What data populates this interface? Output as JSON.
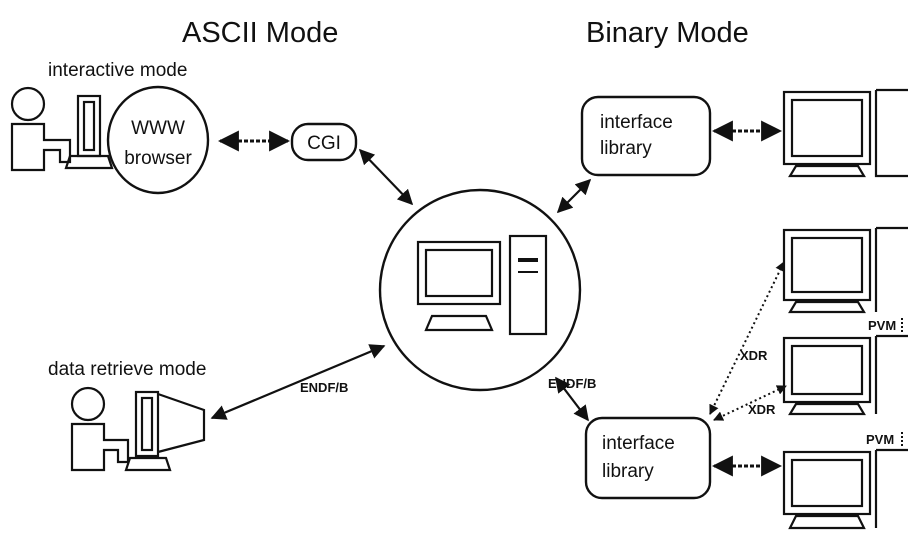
{
  "headings": {
    "ascii": "ASCII Mode",
    "binary": "Binary Mode"
  },
  "modes": {
    "interactive": "interactive mode",
    "retrieve": "data retrieve mode"
  },
  "browser": {
    "line1": "WWW",
    "line2": "browser"
  },
  "cgi": "CGI",
  "library_top": {
    "line1": "interface",
    "line2": "library"
  },
  "library_bottom": {
    "line1": "interface",
    "line2": "library"
  },
  "links": {
    "endf_left": "ENDF/B",
    "endf_right": "ENDF/B",
    "xdr_1": "XDR",
    "xdr_2": "XDR",
    "pvm_1": "PVM",
    "pvm_2": "PVM"
  }
}
